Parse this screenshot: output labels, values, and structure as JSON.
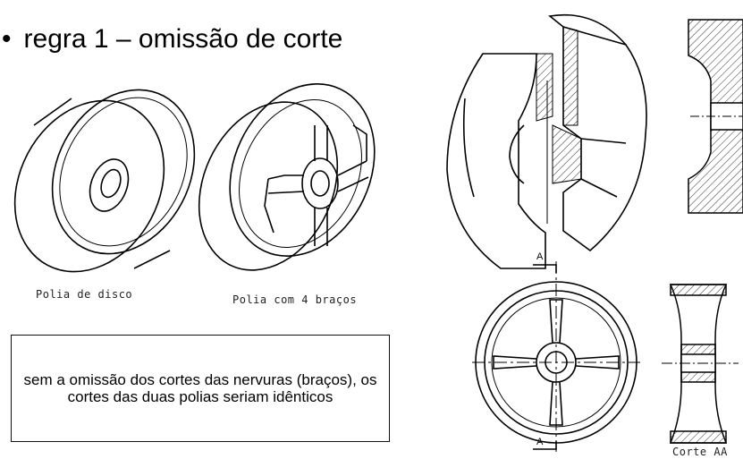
{
  "slide": {
    "bullet_symbol": "•",
    "heading": "regra 1 – omissão de corte",
    "captions": {
      "disc_pulley": "Polia de disco",
      "arm_pulley": "Polia com 4 braços",
      "section_view": "Corte AA"
    },
    "section_marks": {
      "top": "A",
      "bottom": "A"
    },
    "note": "sem a omissão dos cortes das nervuras (braços), os cortes das duas polias seriam idênticos"
  }
}
